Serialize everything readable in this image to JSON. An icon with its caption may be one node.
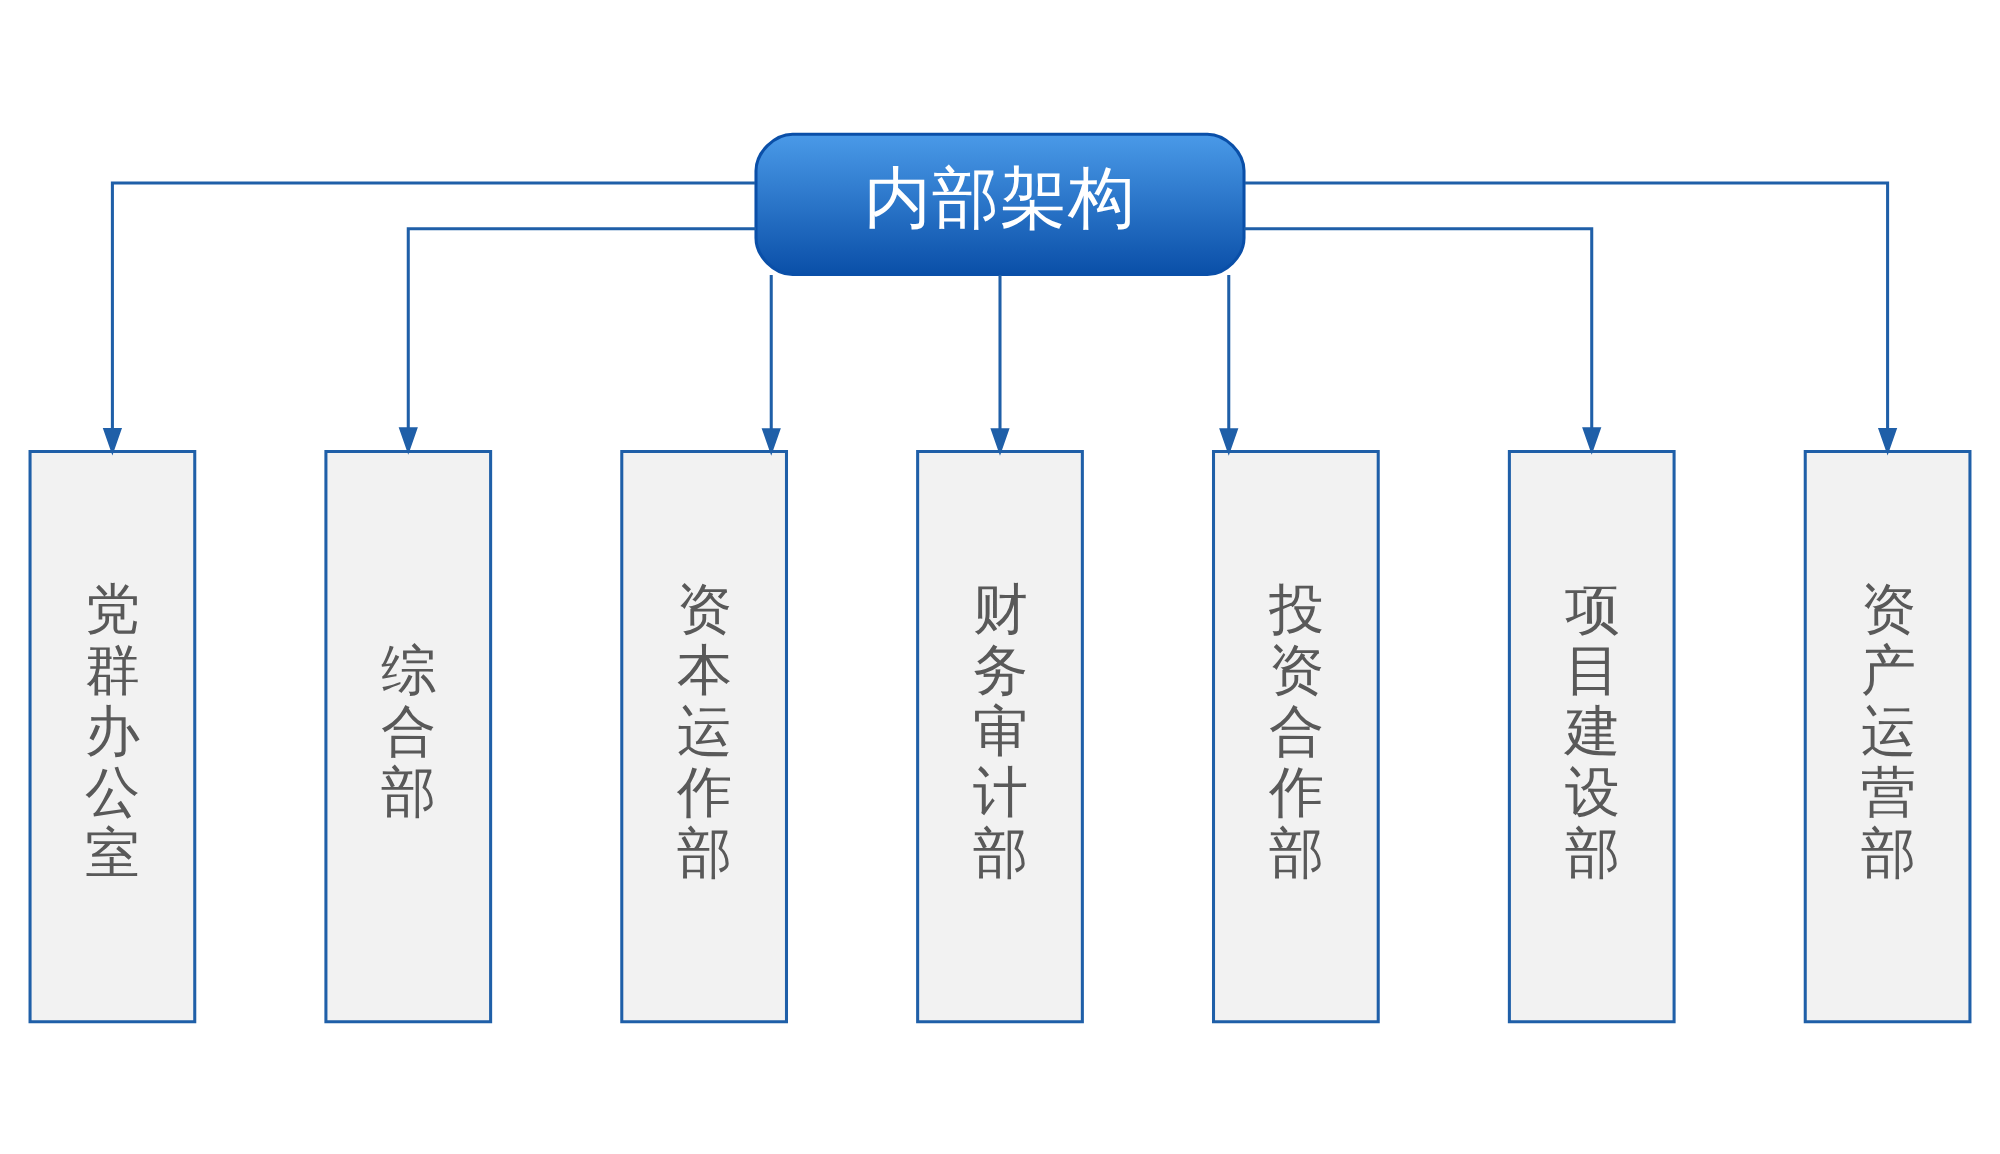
{
  "diagram": {
    "nodes": [
      {
        "text": [
          "内部架构"
        ]
      },
      {
        "text": [
          "党群办公室"
        ]
      },
      {
        "text": [
          "综合部"
        ]
      },
      {
        "text": [
          "资本运作部"
        ]
      },
      {
        "text": [
          "财务审计部"
        ]
      },
      {
        "text": [
          "投资合作部"
        ]
      },
      {
        "text": [
          "项目建设部"
        ]
      },
      {
        "text": [
          "资产运营部"
        ]
      }
    ],
    "edges": [
      {
        "from": 0,
        "to": 1,
        "arrow": "to"
      },
      {
        "from": 0,
        "to": 2,
        "arrow": "to"
      },
      {
        "from": 0,
        "to": 3,
        "arrow": "to"
      },
      {
        "from": 0,
        "to": 4,
        "arrow": "to"
      },
      {
        "from": 0,
        "to": 5,
        "arrow": "to"
      },
      {
        "from": 0,
        "to": 6,
        "arrow": "to"
      },
      {
        "from": 0,
        "to": 7,
        "arrow": "to"
      }
    ]
  }
}
